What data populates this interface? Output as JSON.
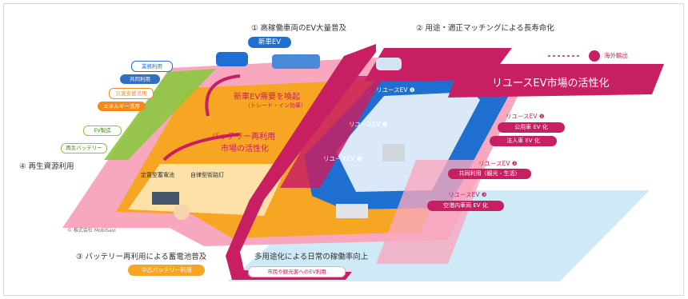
{
  "titles": {
    "t1": "① 高稼働車両のEV大量普及",
    "t2": "② 用途・適正マッチングによる長寿命化",
    "t3": "③ バッテリー再利用による蓄電池普及",
    "t4": "④ 再生資源利用",
    "t5": "多用途化による日常の稼働率向上"
  },
  "labels": {
    "new_ev": "新車EV",
    "reuse_ev": "リユースEV",
    "reuse_ev_1": "リユースEV ❶",
    "reuse_ev_2": "リユースEV ❷",
    "reuse_ev_3": "リユースEV ❸",
    "overseas": "海外輸出",
    "reuse_market": "リユースEV市場の活性化",
    "new_ev_demand": "新車EV需要を喚起",
    "trade_in": "（トレード・イン効果）",
    "battery_market_1": "バッテリー再利用",
    "battery_market_2": "市場の活性化",
    "stationary_storage": "定置型蓄電池",
    "streetlight": "自律型街路灯",
    "copyright": "© 株式会社 MobiSavi",
    "used_battery": "中古バッテリー利用",
    "citizen_ev": "市民や観光客へのEV利用"
  },
  "left_tags": [
    "業務利用",
    "共同利用",
    "災害支援活用",
    "エネルギー活用"
  ],
  "left_tags_colors": [
    "#2f6fc4",
    "#2f6fc4",
    "#f28a1e",
    "#f28a1e"
  ],
  "left_green_tags": [
    "EV製造",
    "再生バッテリー"
  ],
  "right_list": {
    "g1_title": "リユースEV ❶",
    "g1_items": [
      "公用車 EV 化",
      "法人車 EV 化"
    ],
    "g2_title": "リユースEV ❷",
    "g2_items": [
      "共同利用（観光・生活）"
    ],
    "g3_title": "リユースEV ❸",
    "g3_items": [
      "空港内車両 EV 化"
    ]
  },
  "colors": {
    "magenta": "#c81f63",
    "pink": "#f7a8bf",
    "light_blue": "#cdeaf6",
    "orange": "#f6a623",
    "light_orange": "#fde1a6",
    "blue": "#1e6fd0",
    "green": "#8cc63f"
  }
}
